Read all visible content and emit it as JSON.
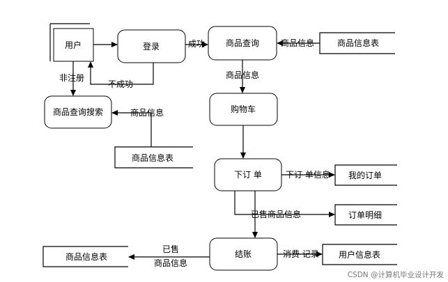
{
  "nodes": {
    "user": "用户",
    "login": "登录",
    "product_query": "商品查询",
    "product_search": "商品查询搜索",
    "cart": "购物车",
    "place_order": "下订 单",
    "checkout": "结账"
  },
  "stores": {
    "product_info_top": "商品信息表",
    "product_info_mid": "商品信息表",
    "my_orders": "我的订单",
    "order_detail": "订单明细",
    "user_info": "用户信息表",
    "product_info_bottom": "商品信息表"
  },
  "edges": {
    "success": "成功",
    "fail": "不成功",
    "not_registered": "非注册",
    "product_info_1": "商品信息",
    "product_info_2": "商品信息",
    "product_info_3": "商品信息",
    "order_info": "下订 单信息",
    "sold_product_info": "已售商品信息",
    "consumption_record": "消费 记录",
    "sold_line1": "已售",
    "sold_line2": "商品信息"
  },
  "watermark": "CSDN @计算机毕业设计开发"
}
